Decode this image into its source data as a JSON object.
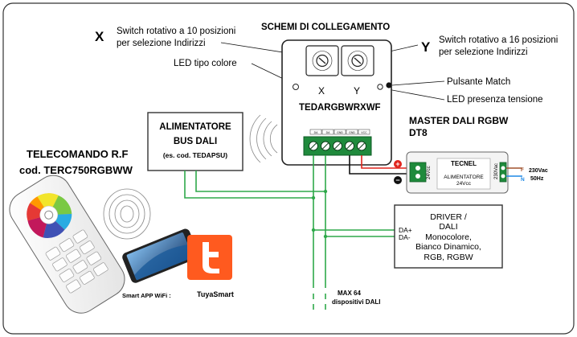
{
  "title": "SCHEMI DI COLLEGAMENTO",
  "device": {
    "model": "TEDARGBWRXWF",
    "label_x": "X",
    "label_y": "Y",
    "master_line1": "MASTER DALI RGBW",
    "master_line2": "DT8"
  },
  "callouts": {
    "x_letter": "X",
    "x_line1": "Switch rotativo a 10 posizioni",
    "x_line2": "per selezione Indirizzi",
    "y_letter": "Y",
    "y_line1": "Switch rotativo a 16 posizioni",
    "y_line2": "per selezione Indirizzi",
    "led_colore": "LED tipo colore",
    "pulsante": "Pulsante Match",
    "led_tensione": "LED presenza tensione"
  },
  "psu_dali": {
    "line1": "ALIMENTATORE",
    "line2": "BUS DALI",
    "line3": "(es. cod. TEDAPSU)"
  },
  "remote": {
    "line1": "TELECOMANDO R.F",
    "line2": "cod. TERC750RGBWW"
  },
  "app": {
    "wifi_label": "Smart APP WiFi :",
    "tuya_label": "TuyaSmart"
  },
  "psu": {
    "brand": "TECNEL",
    "line1": "ALIMENTATORE",
    "line2": "24Vcc",
    "vdc": "24Vcc",
    "vac": "230Vac",
    "out_ac1": "230Vac",
    "out_ac2": "50Hz",
    "plus": "+",
    "minus": "−",
    "f": "F",
    "n": "N"
  },
  "driver": {
    "line1": "DRIVER /",
    "line2": "DALI",
    "line3": "Monocolore,",
    "line4": "Bianco Dinamico,",
    "line5": "RGB, RGBW",
    "da_plus": "DA+",
    "da_minus": "DA-"
  },
  "max": {
    "line1": "MAX 64",
    "line2": "dispositivi DALI"
  },
  "terminals": [
    "DA",
    "DA",
    "GND",
    "GND",
    "VCC"
  ],
  "colors": {
    "wire_green": "#2ea84a",
    "wire_red": "#e0231b",
    "terminal_green": "#1f8a3c",
    "tuya_orange": "#ff5a1f",
    "grey_box": "#f2f2f2"
  }
}
